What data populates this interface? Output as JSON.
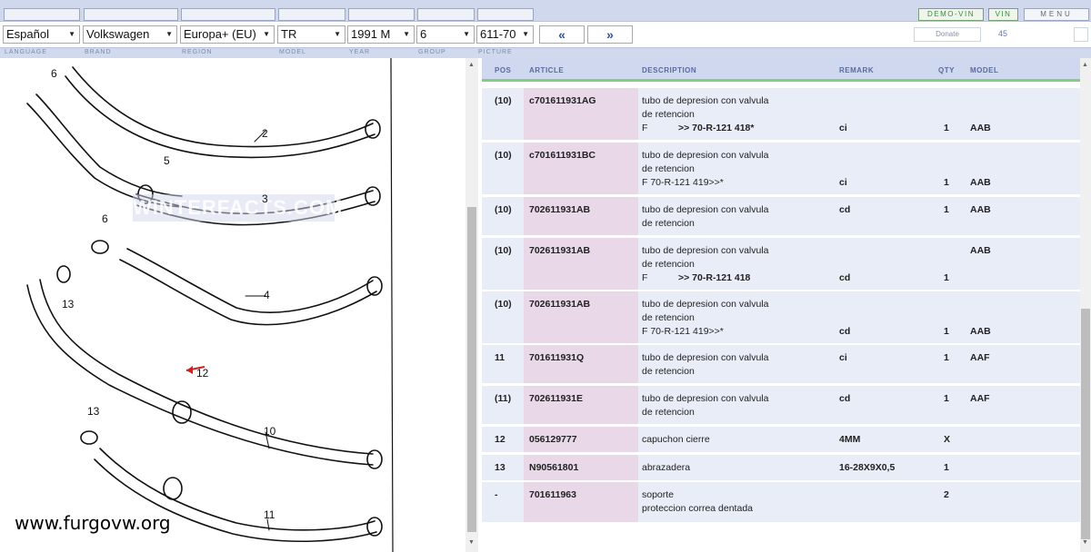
{
  "topbar": {
    "demo_vin_label": "DEMO-VIN",
    "vin_label": "VIN",
    "menu_label": "MENU"
  },
  "selectors": {
    "language": "Español",
    "brand": "Volkswagen",
    "region": "Europa+ (EU)",
    "model": "TR",
    "year": "1991  M",
    "group": "6",
    "picture": "611-70",
    "prev_label": "«",
    "next_label": "»",
    "donate_label": "Donate",
    "count": "45"
  },
  "labels": {
    "language": "LANGUAGE",
    "brand": "BRAND",
    "region": "REGION",
    "model": "MODEL",
    "year": "YEAR",
    "group": "GROUP",
    "picture": "PICTURE"
  },
  "diagram": {
    "watermark_site": "www.furgovw.org",
    "watermark_overlay": "WINTERFACTS.COM",
    "callouts": [
      "6",
      "2",
      "5",
      "3",
      "6",
      "4",
      "13",
      "12",
      "13",
      "10",
      "11"
    ]
  },
  "table": {
    "headers": {
      "pos": "POS",
      "article": "ARTICLE",
      "description": "DESCRIPTION",
      "remark": "REMARK",
      "qty": "QTY",
      "model": "MODEL"
    },
    "rows": [
      {
        "pos": "(10)",
        "article": "c701611931AG",
        "d1": "tubo de depresion con valvula",
        "d2": "de retencion",
        "d3a": "F",
        "d3b": ">> 70-R-121 418*",
        "remark": "ci",
        "qty": "1",
        "model": "AAB"
      },
      {
        "pos": "(10)",
        "article": "c701611931BC",
        "d1": "tubo de depresion con valvula",
        "d2": "de retencion",
        "d3a": "F 70-R-121 419>>*",
        "d3b": "",
        "remark": "ci",
        "qty": "1",
        "model": "AAB"
      },
      {
        "pos": "(10)",
        "article": "702611931AB",
        "d1": "tubo de depresion con valvula",
        "d2": "de retencion",
        "d3a": "",
        "d3b": "",
        "remark": "cd",
        "qty": "1",
        "model": "AAB"
      },
      {
        "pos": "(10)",
        "article": "702611931AB",
        "d1": "tubo de depresion con valvula",
        "d2": "de retencion",
        "d3a": "F",
        "d3b": ">> 70-R-121 418",
        "remark": "cd",
        "qty": "1",
        "model": "AAB"
      },
      {
        "pos": "(10)",
        "article": "702611931AB",
        "d1": "tubo de depresion con valvula",
        "d2": "de retencion",
        "d3a": "F 70-R-121 419>>*",
        "d3b": "",
        "remark": "cd",
        "qty": "1",
        "model": "AAB"
      },
      {
        "pos": "11",
        "article": "701611931Q",
        "d1": "tubo de depresion con valvula",
        "d2": "de retencion",
        "d3a": "",
        "d3b": "",
        "remark": "ci",
        "qty": "1",
        "model": "AAF"
      },
      {
        "pos": "(11)",
        "article": "702611931E",
        "d1": "tubo de depresion con valvula",
        "d2": "de retencion",
        "d3a": "",
        "d3b": "",
        "remark": "cd",
        "qty": "1",
        "model": "AAF"
      },
      {
        "pos": "12",
        "article": "056129777",
        "d1": "capuchon cierre",
        "d2": "",
        "d3a": "",
        "d3b": "",
        "remark": "4MM",
        "qty": "X",
        "model": ""
      },
      {
        "pos": "13",
        "article": "N90561801",
        "d1": "abrazadera",
        "d2": "",
        "d3a": "",
        "d3b": "",
        "remark": "16-28X9X0,5",
        "qty": "1",
        "model": ""
      },
      {
        "pos": "-",
        "article": "701611963",
        "d1": "soporte",
        "d2": "proteccion correa dentada",
        "d3a": "",
        "d3b": "",
        "remark": "",
        "qty": "2",
        "model": ""
      }
    ]
  }
}
